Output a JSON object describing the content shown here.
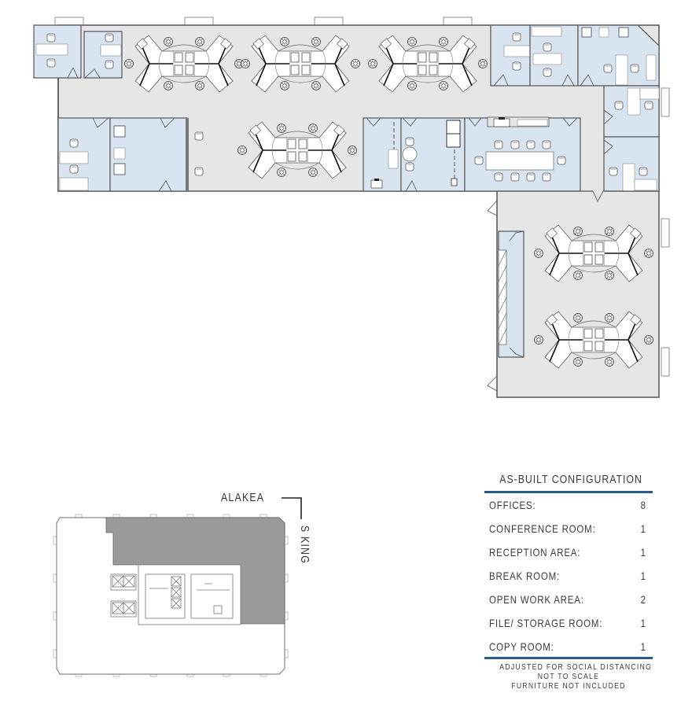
{
  "floor_plan": {
    "colors": {
      "corridor": "#e6e6e6",
      "room": "#d8e4f0",
      "wall": "#555555",
      "furniture": "#ffffff",
      "leased_area": "#9a9a9a",
      "legend_rule": "#2b5a8a"
    },
    "rooms": [
      {
        "id": "office-nw-1",
        "type": "office"
      },
      {
        "id": "office-nw-2",
        "type": "office"
      },
      {
        "id": "office-w",
        "type": "office"
      },
      {
        "id": "reception",
        "type": "reception"
      },
      {
        "id": "file-storage",
        "type": "file-storage"
      },
      {
        "id": "break-room",
        "type": "break-room"
      },
      {
        "id": "conference-room",
        "type": "conference"
      },
      {
        "id": "office-ne-1",
        "type": "office"
      },
      {
        "id": "office-ne-2",
        "type": "office"
      },
      {
        "id": "office-ne-corner",
        "type": "office"
      },
      {
        "id": "office-e-1",
        "type": "office"
      },
      {
        "id": "office-e-2",
        "type": "office"
      },
      {
        "id": "copy-room",
        "type": "copy"
      }
    ],
    "workstation_clusters": 6
  },
  "key_plan": {
    "street_north": "ALAKEA",
    "street_east": "S KING"
  },
  "legend": {
    "title": "AS-BUILT CONFIGURATION",
    "rows": [
      {
        "label": "OFFICES:",
        "value": "8"
      },
      {
        "label": "CONFERENCE ROOM:",
        "value": "1"
      },
      {
        "label": "RECEPTION AREA:",
        "value": "1"
      },
      {
        "label": "BREAK ROOM:",
        "value": "1"
      },
      {
        "label": "OPEN WORK AREA:",
        "value": "2"
      },
      {
        "label": "FILE/ STORAGE ROOM:",
        "value": "1"
      },
      {
        "label": "COPY ROOM:",
        "value": "1"
      }
    ],
    "notes": [
      "ADJUSTED FOR SOCIAL DISTANCING",
      "NOT TO SCALE",
      "FURNITURE NOT INCLUDED"
    ]
  }
}
